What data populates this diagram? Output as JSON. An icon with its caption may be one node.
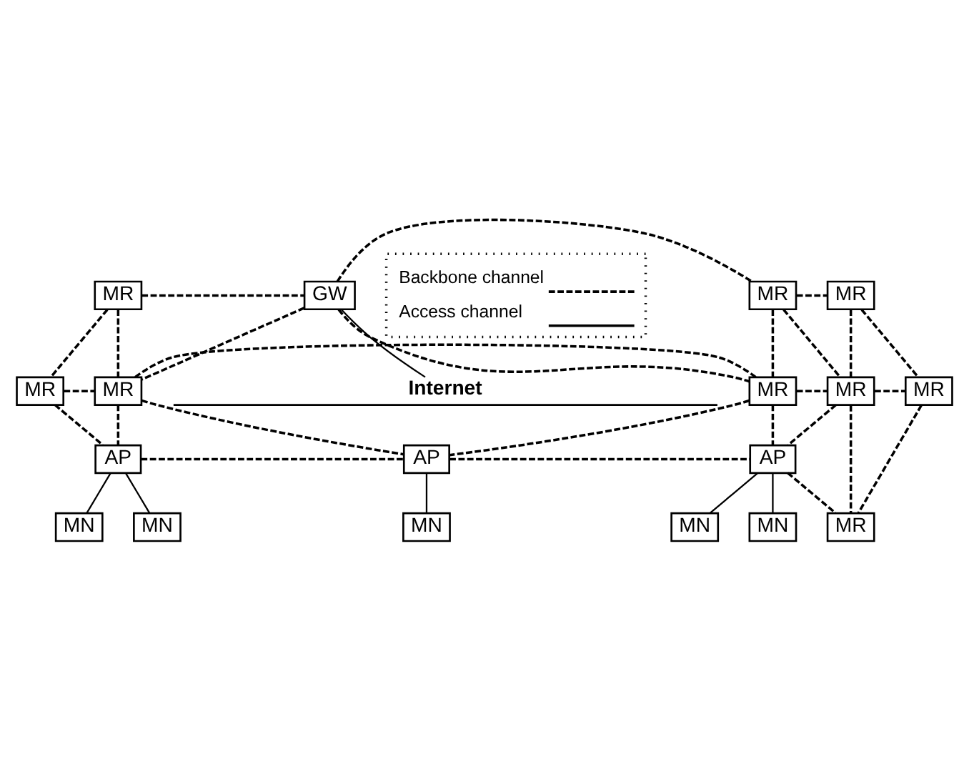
{
  "diagram": {
    "nodes": [
      {
        "text": [
          "Internet"
        ]
      },
      {
        "text": [
          "MR"
        ]
      },
      {
        "text": [
          "GW"
        ]
      },
      {
        "text": [
          "MR"
        ]
      },
      {
        "text": [
          "MR"
        ]
      },
      {
        "text": [
          "MR"
        ]
      },
      {
        "text": [
          "MR"
        ]
      },
      {
        "text": [
          "MR"
        ]
      },
      {
        "text": [
          "MR"
        ]
      },
      {
        "text": [
          "MR"
        ]
      },
      {
        "text": [
          "MR"
        ]
      },
      {
        "text": [
          "AP"
        ]
      },
      {
        "text": [
          "AP"
        ]
      },
      {
        "text": [
          "AP"
        ]
      },
      {
        "text": [
          "MN"
        ]
      },
      {
        "text": [
          "MN"
        ]
      },
      {
        "text": [
          "MN"
        ]
      },
      {
        "text": [
          "MN"
        ]
      },
      {
        "text": [
          "MN"
        ]
      }
    ],
    "edges": [
      {
        "from": 2,
        "to": 0,
        "arrow": "none"
      },
      {
        "from": 1,
        "to": 2,
        "arrow": "none",
        "style": "dashed"
      },
      {
        "from": 2,
        "to": 3,
        "arrow": "none",
        "style": "dashed"
      },
      {
        "from": 3,
        "to": 4,
        "arrow": "none",
        "style": "dashed"
      },
      {
        "from": 1,
        "to": 5,
        "arrow": "none",
        "style": "dashed"
      },
      {
        "from": 1,
        "to": 6,
        "arrow": "none",
        "style": "dashed"
      },
      {
        "from": 2,
        "to": 6,
        "arrow": "none",
        "style": "dashed"
      },
      {
        "from": 2,
        "to": 7,
        "arrow": "none",
        "style": "dashed"
      },
      {
        "from": 3,
        "to": 7,
        "arrow": "none",
        "style": "dashed"
      },
      {
        "from": 3,
        "to": 8,
        "arrow": "none",
        "style": "dashed"
      },
      {
        "from": 4,
        "to": 8,
        "arrow": "none",
        "style": "dashed"
      },
      {
        "from": 4,
        "to": 9,
        "arrow": "none",
        "style": "dashed"
      },
      {
        "from": 5,
        "to": 6,
        "arrow": "none",
        "style": "dashed"
      },
      {
        "from": 6,
        "to": 7,
        "arrow": "none",
        "style": "dashed"
      },
      {
        "from": 7,
        "to": 8,
        "arrow": "none",
        "style": "dashed"
      },
      {
        "from": 8,
        "to": 9,
        "arrow": "none",
        "style": "dashed"
      },
      {
        "from": 8,
        "to": 10,
        "arrow": "none",
        "style": "dashed"
      },
      {
        "from": 9,
        "to": 10,
        "arrow": "none",
        "style": "dashed"
      },
      {
        "from": 5,
        "to": 11,
        "arrow": "none",
        "style": "dashed"
      },
      {
        "from": 6,
        "to": 11,
        "arrow": "none",
        "style": "dashed"
      },
      {
        "from": 6,
        "to": 12,
        "arrow": "none",
        "style": "dashed"
      },
      {
        "from": 7,
        "to": 12,
        "arrow": "none",
        "style": "dashed"
      },
      {
        "from": 7,
        "to": 13,
        "arrow": "none",
        "style": "dashed"
      },
      {
        "from": 8,
        "to": 13,
        "arrow": "none",
        "style": "dashed"
      },
      {
        "from": 11,
        "to": 12,
        "arrow": "none",
        "style": "dashed"
      },
      {
        "from": 12,
        "to": 13,
        "arrow": "none",
        "style": "dashed"
      },
      {
        "from": 13,
        "to": 10,
        "arrow": "none",
        "style": "dashed"
      },
      {
        "from": 11,
        "to": 14,
        "arrow": "none"
      },
      {
        "from": 11,
        "to": 15,
        "arrow": "none"
      },
      {
        "from": 12,
        "to": 16,
        "arrow": "none"
      },
      {
        "from": 13,
        "to": 17,
        "arrow": "none"
      },
      {
        "from": 13,
        "to": 18,
        "arrow": "none"
      }
    ],
    "legend": [
      {
        "text": "Backbone channel"
      },
      {
        "text": "Access channel"
      }
    ]
  }
}
